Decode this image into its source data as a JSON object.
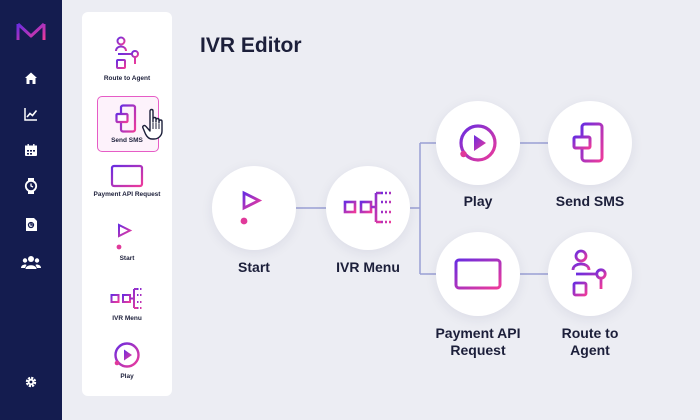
{
  "editor": {
    "title": "IVR Editor"
  },
  "palette": {
    "items": [
      {
        "label": "Route to Agent",
        "icon": "route-to-agent-icon"
      },
      {
        "label": "Send SMS",
        "icon": "send-sms-icon",
        "selected": true
      },
      {
        "label": "Payment API Request",
        "icon": "payment-card-icon"
      },
      {
        "label": "Start",
        "icon": "flag-icon"
      },
      {
        "label": "IVR Menu",
        "icon": "ivr-menu-icon"
      },
      {
        "label": "Play",
        "icon": "play-icon"
      }
    ]
  },
  "nav": {
    "icons": [
      "logo-icon",
      "home-icon",
      "chart-icon",
      "calendar-icon",
      "watch-icon",
      "document-icon",
      "team-icon",
      "settings-icon"
    ]
  },
  "flow": {
    "nodes": [
      {
        "id": "start",
        "label": "Start",
        "icon": "flag-icon"
      },
      {
        "id": "ivr-menu",
        "label": "IVR Menu",
        "icon": "ivr-menu-icon"
      },
      {
        "id": "play",
        "label": "Play",
        "icon": "play-icon"
      },
      {
        "id": "send-sms",
        "label": "Send SMS",
        "icon": "send-sms-icon"
      },
      {
        "id": "payment",
        "label": "Payment API Request",
        "label_line1": "Payment API",
        "label_line2": "Request",
        "icon": "payment-card-icon"
      },
      {
        "id": "route-agent",
        "label": "Route to Agent",
        "label_line1": "Route to",
        "label_line2": "Agent",
        "icon": "route-to-agent-icon"
      }
    ]
  },
  "colors": {
    "rail": "#141c4f",
    "accent_purple": "#7a22d6",
    "accent_pink": "#e0399a",
    "background": "#ecedf3"
  }
}
